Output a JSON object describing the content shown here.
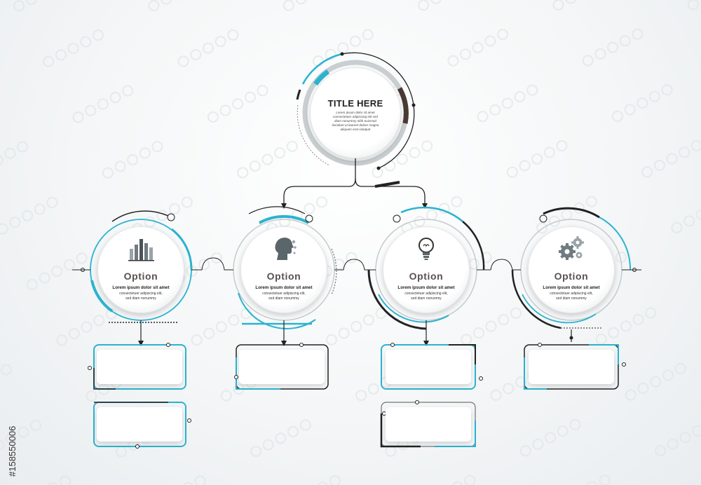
{
  "title": {
    "heading": "TITLE HERE",
    "subtext": "Lorem ipsum dolor sit amet consectetuer adipiscing elit sed diam nonummy nibh euismod tincidunt ut laoreet dolore magna aliquam erat volutpat"
  },
  "options": [
    {
      "icon": "bar-chart-icon",
      "title": "Option",
      "line1": "Lorem ipsum dolor sit amet",
      "line2": "consectetuer adipiscing elit,",
      "line3": "sed diam nonummy"
    },
    {
      "icon": "head-profile-icon",
      "title": "Option",
      "line1": "Lorem ipsum dolor sit amet",
      "line2": "consectetuer adipiscing elit,",
      "line3": "sed diam nonummy"
    },
    {
      "icon": "lightbulb-icon",
      "title": "Option",
      "line1": "Lorem ipsum dolor sit amet",
      "line2": "consectetuer adipiscing elit,",
      "line3": "sed diam nonummy"
    },
    {
      "icon": "gears-icon",
      "title": "Option",
      "line1": "Lorem ipsum dolor sit amet",
      "line2": "consectetuer adipiscing elit,",
      "line3": "sed diam nonummy"
    }
  ],
  "stock_id": "#158550006",
  "colors": {
    "accent": "#2bb3cf",
    "dark": "#222222",
    "brown": "#4a3a34",
    "grey": "#9aa4a8"
  }
}
